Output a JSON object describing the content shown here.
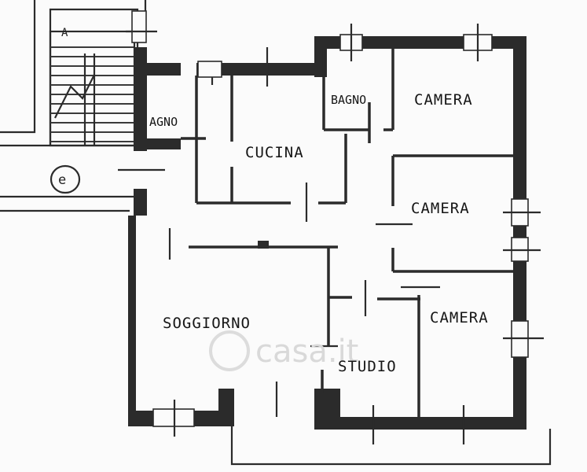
{
  "rooms": {
    "bagno_1": "AGNO",
    "bagno_2": "BAGNO",
    "cucina": "CUCINA",
    "camera_1": "CAMERA",
    "camera_2": "CAMERA",
    "camera_3": "CAMERA",
    "soggiorno": "SOGGIORNO",
    "studio": "STUDIO"
  },
  "stair_mark": "A",
  "circle_mark": "e",
  "watermark": "casa.it",
  "colors": {
    "wall": "#2b2b2b",
    "paper": "#fbfbfb"
  }
}
